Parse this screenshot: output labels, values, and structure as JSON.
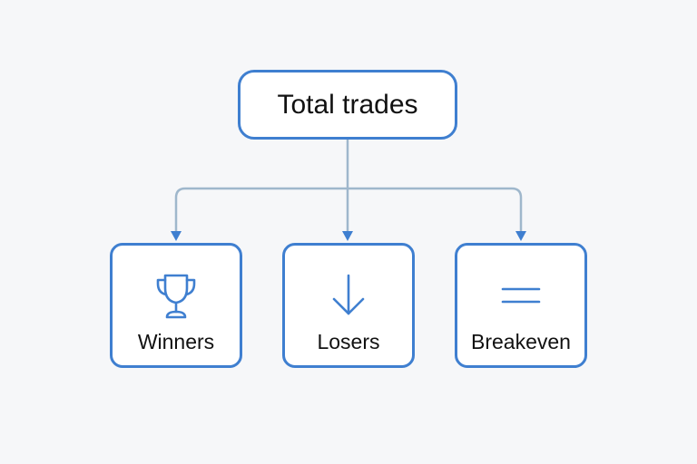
{
  "diagram": {
    "root": {
      "label": "Total trades"
    },
    "children": [
      {
        "label": "Winners",
        "icon": "trophy-icon"
      },
      {
        "label": "Losers",
        "icon": "arrow-down-icon"
      },
      {
        "label": "Breakeven",
        "icon": "equals-icon"
      }
    ]
  },
  "colors": {
    "node_border": "#3f7fd0",
    "icon": "#3f7fd0",
    "connector": "#9fb7cc",
    "arrow_head": "#3f7fd0",
    "background": "#f6f7f9"
  }
}
